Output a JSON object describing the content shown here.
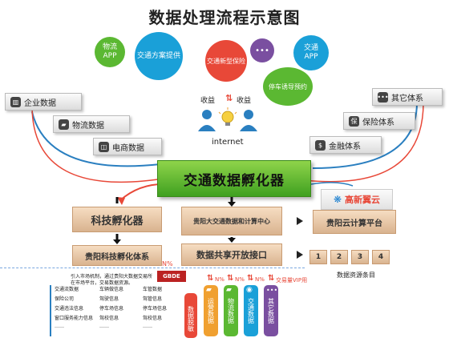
{
  "title": "数据处理流程示意图",
  "bubbles": {
    "wuliu_app": "物流\nAPP",
    "jiaotong_plan": "交通方案提供",
    "jiaotong_insurance": "交通新型保险",
    "chat": "•••",
    "jiaotong_app": "交通\nAPP",
    "parking": "停车诱导预约"
  },
  "center": {
    "income_left": "收益",
    "income_right": "收益",
    "internet": "internet"
  },
  "left_boxes": [
    "企业数据",
    "物流数据",
    "电商数据"
  ],
  "right_boxes": [
    "其它体系",
    "保险体系",
    "金融体系"
  ],
  "incubator": "交通数据孵化器",
  "tech_incubator": "科技孵化器",
  "tech_system": "贵阳科技孵化体系",
  "gy_center": "贵阳大交通数据和计算中心",
  "open_interface": "数据共享开放接口",
  "gaoxin": "高新翼云",
  "gy_cloud": "贵阳云计算平台",
  "resource_nums": [
    "1",
    "2",
    "3",
    "4"
  ],
  "resource_label": "数据资源条目",
  "percent_label": "N%",
  "gbde": "GBDE",
  "intro_line1": "引入市场机制，通过贵阳大数据交易所",
  "intro_line2": "在市场平台，交易数据资源。",
  "table_rows": [
    [
      "交通流数据",
      "车辆做信息",
      "车管数据"
    ],
    [
      "保险公司",
      "驾驶信息",
      "驾管信息"
    ],
    [
      "交通违法信息",
      "停车场信息",
      "停车场信息"
    ],
    [
      "窗口服务能力信息",
      "驾校信息",
      "驾校信息"
    ],
    [
      "……",
      "……",
      "……"
    ]
  ],
  "mini_percents": [
    "N%",
    "N%",
    "N%"
  ],
  "exchange_vip": "交易量VIP用",
  "vertical_buttons": [
    "数据脱敏",
    "运营数据",
    "物流数据",
    "交通数据",
    "其它数据"
  ],
  "colors": {
    "green": "#5bb832",
    "blue": "#1aa0d8",
    "red": "#e84838",
    "orange": "#f0a030",
    "purple": "#7a4fa0"
  }
}
